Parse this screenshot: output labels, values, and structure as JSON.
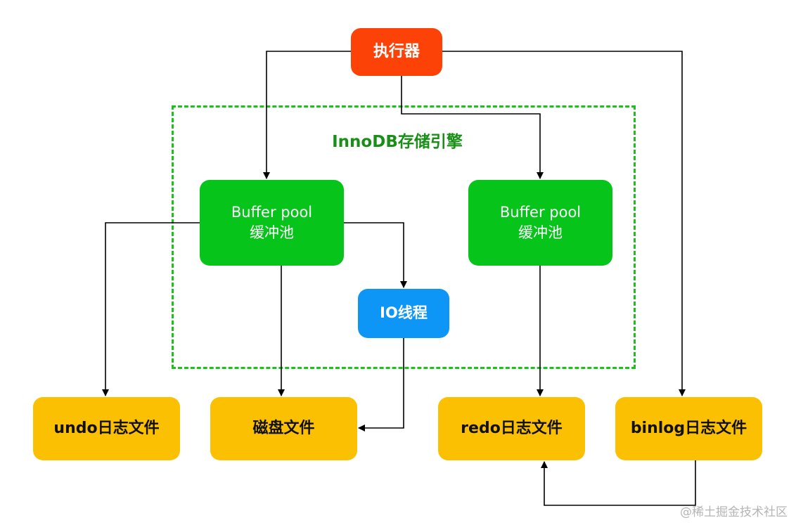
{
  "colors": {
    "executor": "#fd4208",
    "pool": "#07c41a",
    "io": "#0d96f6",
    "file": "#fcc003",
    "engine_border": "#1fbf1f",
    "engine_label": "#1a8f17",
    "connector": "#000000",
    "watermark": "#b5b5b5"
  },
  "nodes": {
    "executor": {
      "label": "执行器"
    },
    "engine": {
      "label": "InnoDB存储引擎"
    },
    "pool_left": {
      "line1": "Buffer pool",
      "line2": "缓冲池"
    },
    "pool_right": {
      "line1": "Buffer pool",
      "line2": "缓冲池"
    },
    "io_thread": {
      "label": "IO线程"
    },
    "undo_log": {
      "label": "undo日志文件"
    },
    "disk_file": {
      "label": "磁盘文件"
    },
    "redo_log": {
      "label": "redo日志文件"
    },
    "binlog": {
      "label": "binlog日志文件"
    }
  },
  "edges": [
    {
      "from": "执行器",
      "to": "Buffer pool 缓冲池 (left)"
    },
    {
      "from": "执行器",
      "to": "Buffer pool 缓冲池 (right)"
    },
    {
      "from": "执行器",
      "to": "binlog日志文件"
    },
    {
      "from": "Buffer pool 缓冲池 (left)",
      "to": "undo日志文件"
    },
    {
      "from": "Buffer pool 缓冲池 (left)",
      "to": "磁盘文件"
    },
    {
      "from": "Buffer pool 缓冲池 (left)",
      "to": "IO线程"
    },
    {
      "from": "IO线程",
      "to": "磁盘文件"
    },
    {
      "from": "Buffer pool 缓冲池 (right)",
      "to": "redo日志文件"
    },
    {
      "from": "binlog日志文件",
      "to": "redo日志文件"
    }
  ],
  "watermark": "@稀土掘金技术社区"
}
